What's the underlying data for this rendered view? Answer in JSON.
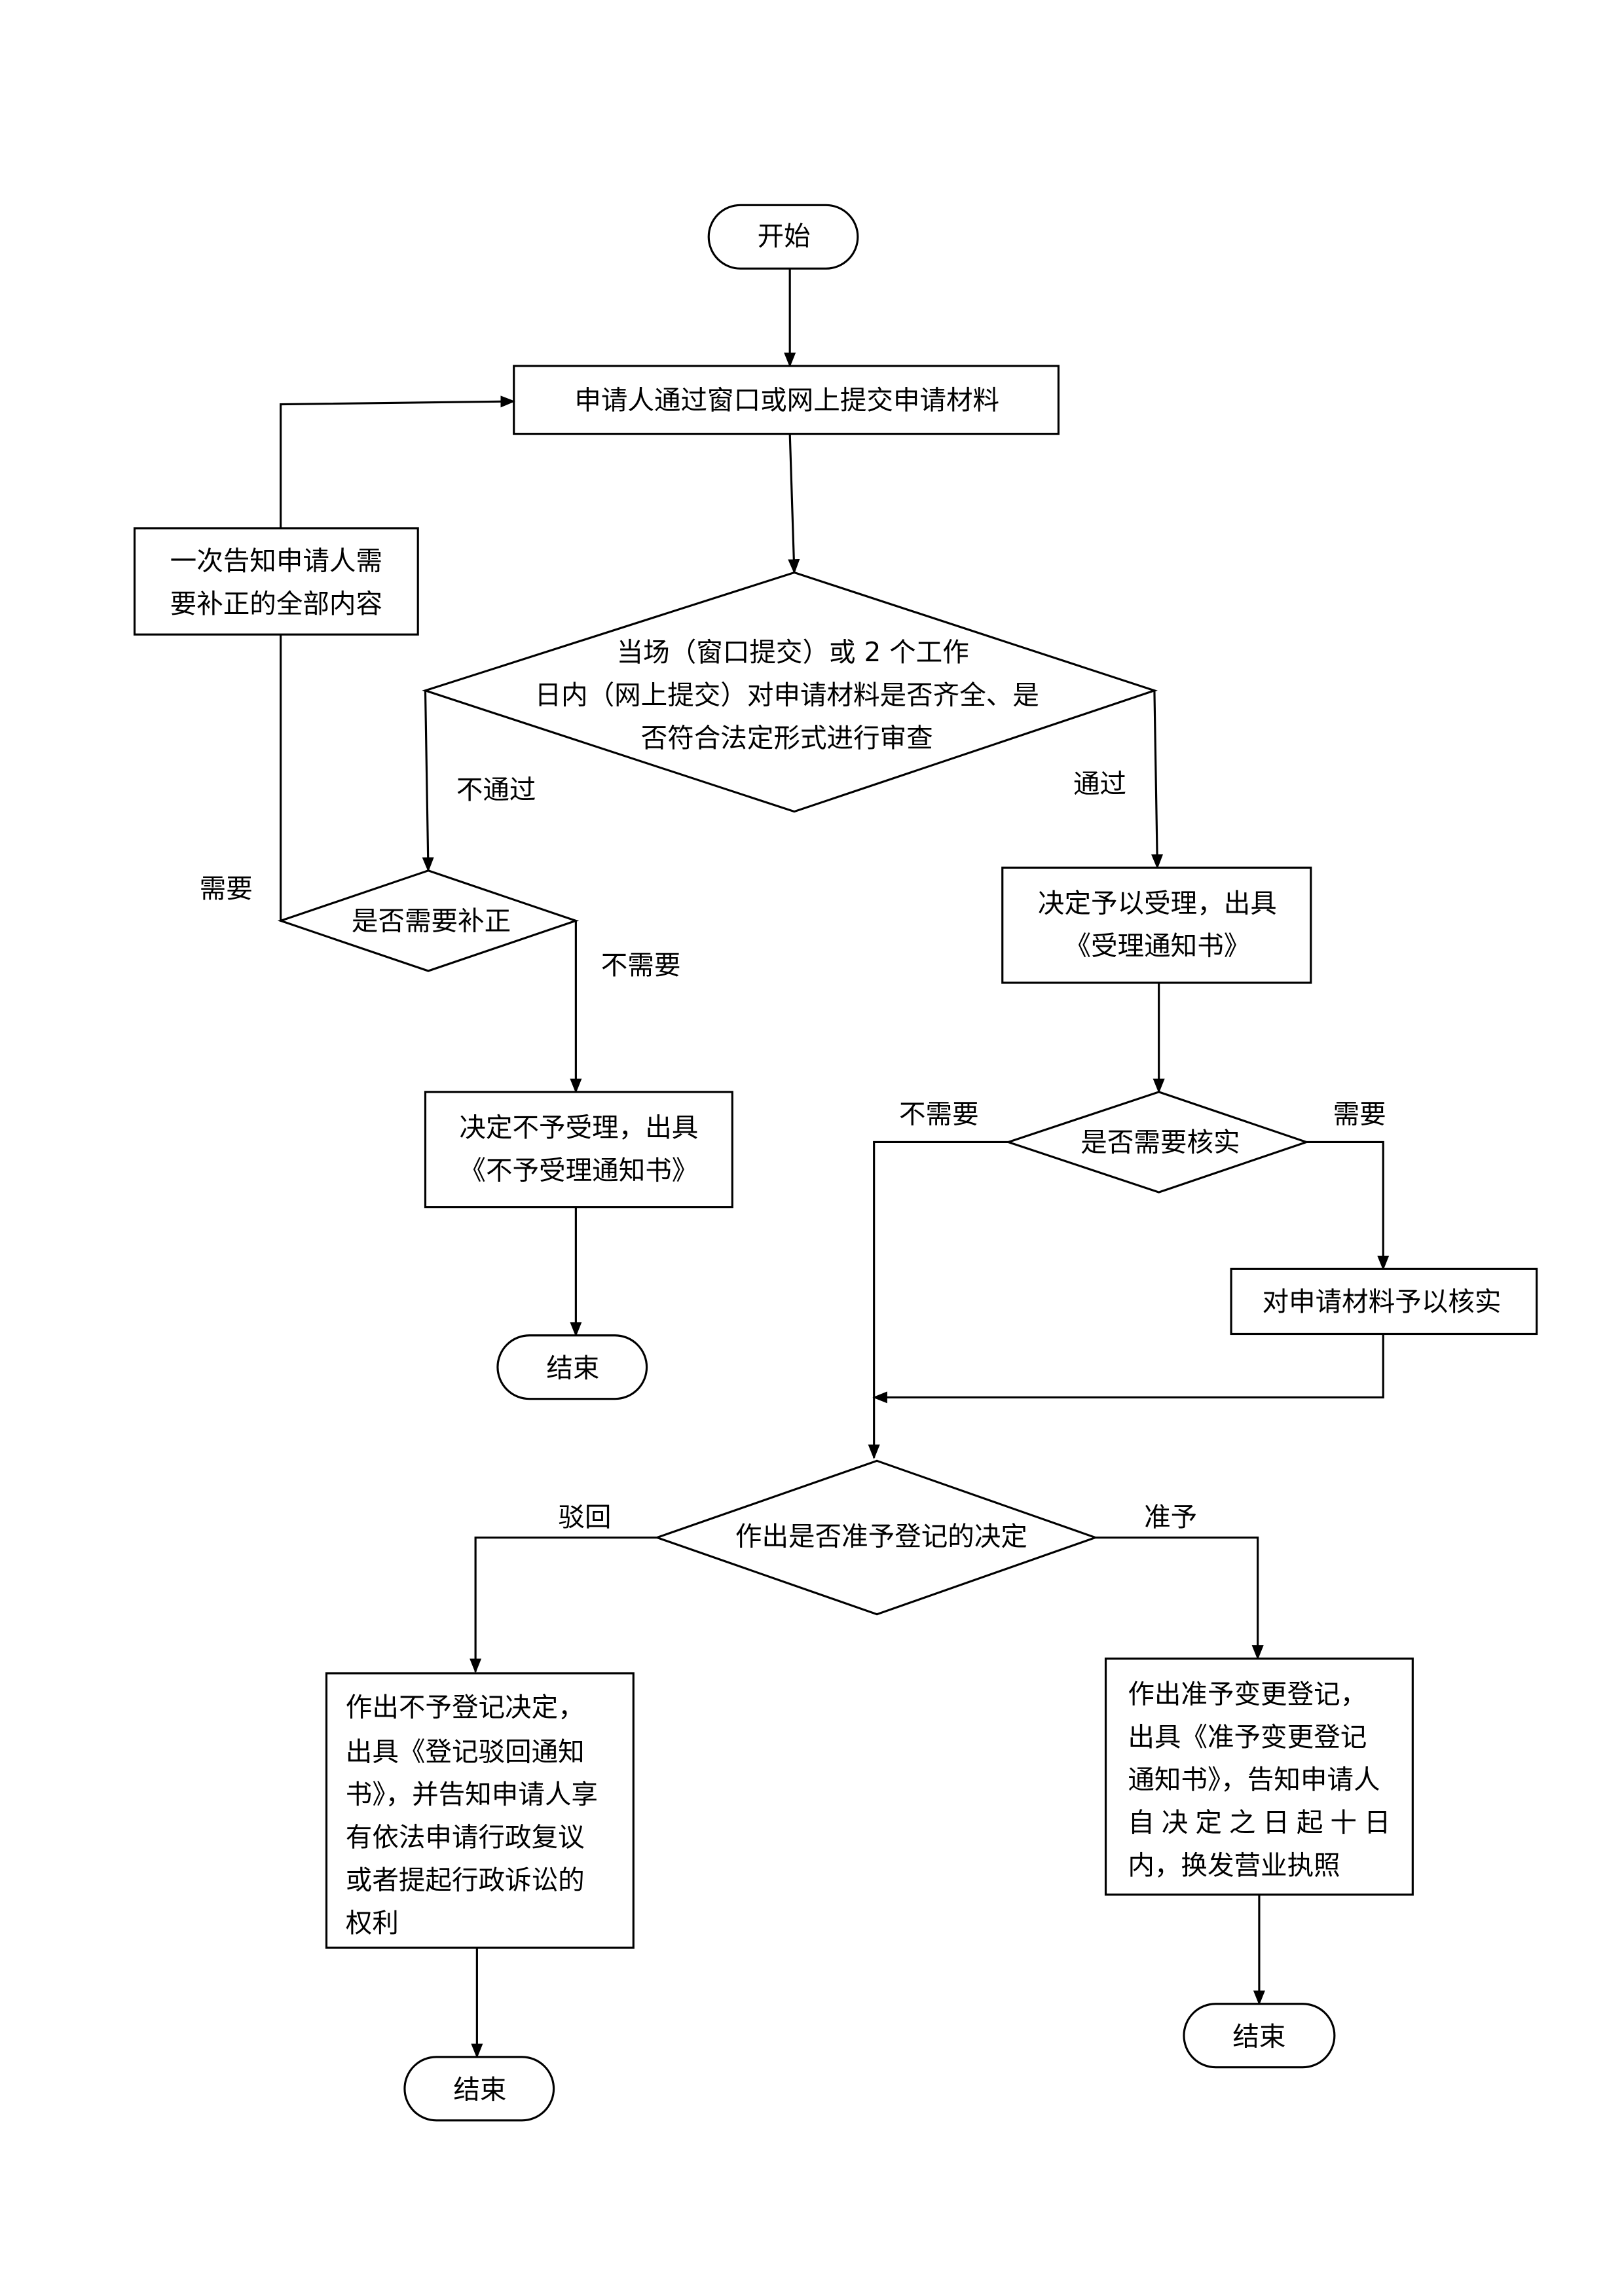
{
  "start": {
    "label": "开始"
  },
  "submit": {
    "label": "申请人通过窗口或网上提交申请材料"
  },
  "review": {
    "lines": [
      "当场（窗口提交）或 2 个工作",
      "日内（网上提交）对申请材料是否齐全、是",
      "否符合法定形式进行审查"
    ]
  },
  "review_fail_label": "不通过",
  "review_pass_label": "通过",
  "need_fix": {
    "label": "是否需要补正"
  },
  "need_fix_yes_label": "需要",
  "need_fix_no_label": "不需要",
  "notify_fix": {
    "lines": [
      "一次告知申请人需",
      "要补正的全部内容"
    ]
  },
  "reject_accept": {
    "lines": [
      "决定不予受理，出具",
      "《不予受理通知书》"
    ]
  },
  "end_labels": [
    "结束",
    "结束",
    "结束"
  ],
  "accept": {
    "lines": [
      "决定予以受理，出具",
      "《受理通知书》"
    ]
  },
  "need_verify": {
    "label": "是否需要核实"
  },
  "need_verify_no_label": "不需要",
  "need_verify_yes_label": "需要",
  "verify": {
    "label": "对申请材料予以核实"
  },
  "decision": {
    "label": "作出是否准予登记的决定"
  },
  "decision_reject_label": "驳回",
  "decision_approve_label": "准予",
  "reject_register": {
    "lines": [
      "作出不予登记决定，",
      "出具《登记驳回通知",
      "书》，并告知申请人享",
      "有依法申请行政复议",
      "或者提起行政诉讼的",
      "权利"
    ]
  },
  "approve_register": {
    "lines": [
      "作出准予变更登记，",
      "出具《准予变更登记",
      "通知书》，告知申请人",
      "自决定之日起十日",
      "内，换发营业执照"
    ]
  }
}
